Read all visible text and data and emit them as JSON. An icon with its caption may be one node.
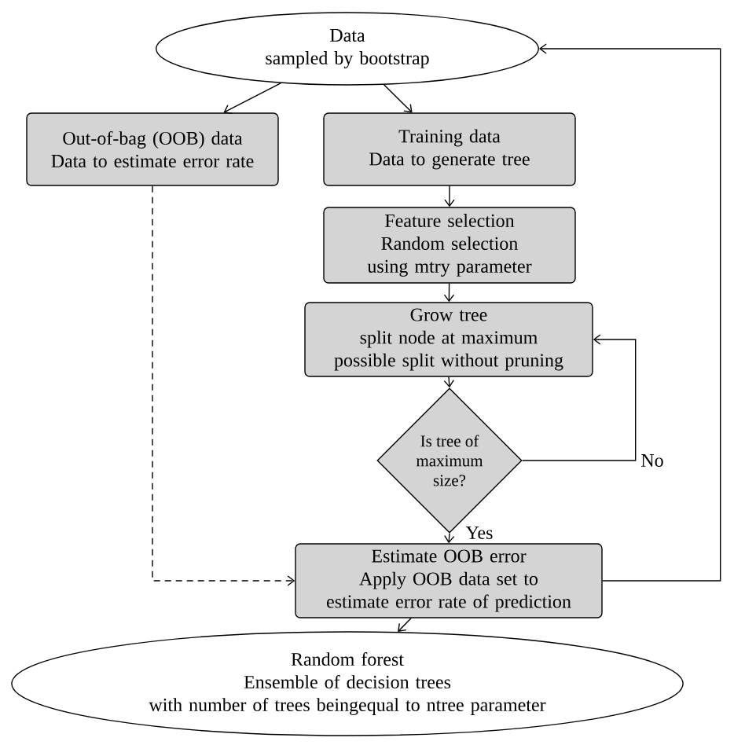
{
  "diagram": {
    "nodes": [
      {
        "text": [
          "Data",
          "sampled by bootstrap"
        ]
      },
      {
        "text": [
          "Out-of-bag (OOB) data",
          "Data to estimate error rate"
        ]
      },
      {
        "text": [
          "Training data",
          "Data to generate tree"
        ]
      },
      {
        "text": [
          "Feature selection",
          "Random selection using mtry parameter"
        ]
      },
      {
        "text": [
          "Grow tree",
          "split node at maximum possible split without pruning"
        ]
      },
      {
        "text": [
          "Is tree of maximum size?"
        ]
      },
      {
        "text": [
          "Estimate OOB error",
          "Apply OOB data set to estimate error rate of prediction"
        ]
      },
      {
        "text": [
          "Random forest",
          "Ensemble of decision trees",
          "with number of trees beingequal to ntree parameter"
        ]
      }
    ],
    "edges": [
      {
        "from": 0,
        "to": 1,
        "arrow": "to"
      },
      {
        "from": 0,
        "to": 2,
        "arrow": "to"
      },
      {
        "from": 2,
        "to": 3,
        "arrow": "to"
      },
      {
        "from": 3,
        "to": 4,
        "arrow": "to"
      },
      {
        "from": 4,
        "to": 5,
        "arrow": "to"
      },
      {
        "from": 5,
        "to": 6,
        "arrow": "to",
        "label": "Yes"
      },
      {
        "from": 5,
        "to": 4,
        "arrow": "to",
        "label": "No"
      },
      {
        "from": 1,
        "to": 6,
        "arrow": "to",
        "style": "dashed"
      },
      {
        "from": 6,
        "to": 7,
        "arrow": "to"
      },
      {
        "from": 6,
        "to": 0,
        "arrow": "to"
      }
    ]
  }
}
